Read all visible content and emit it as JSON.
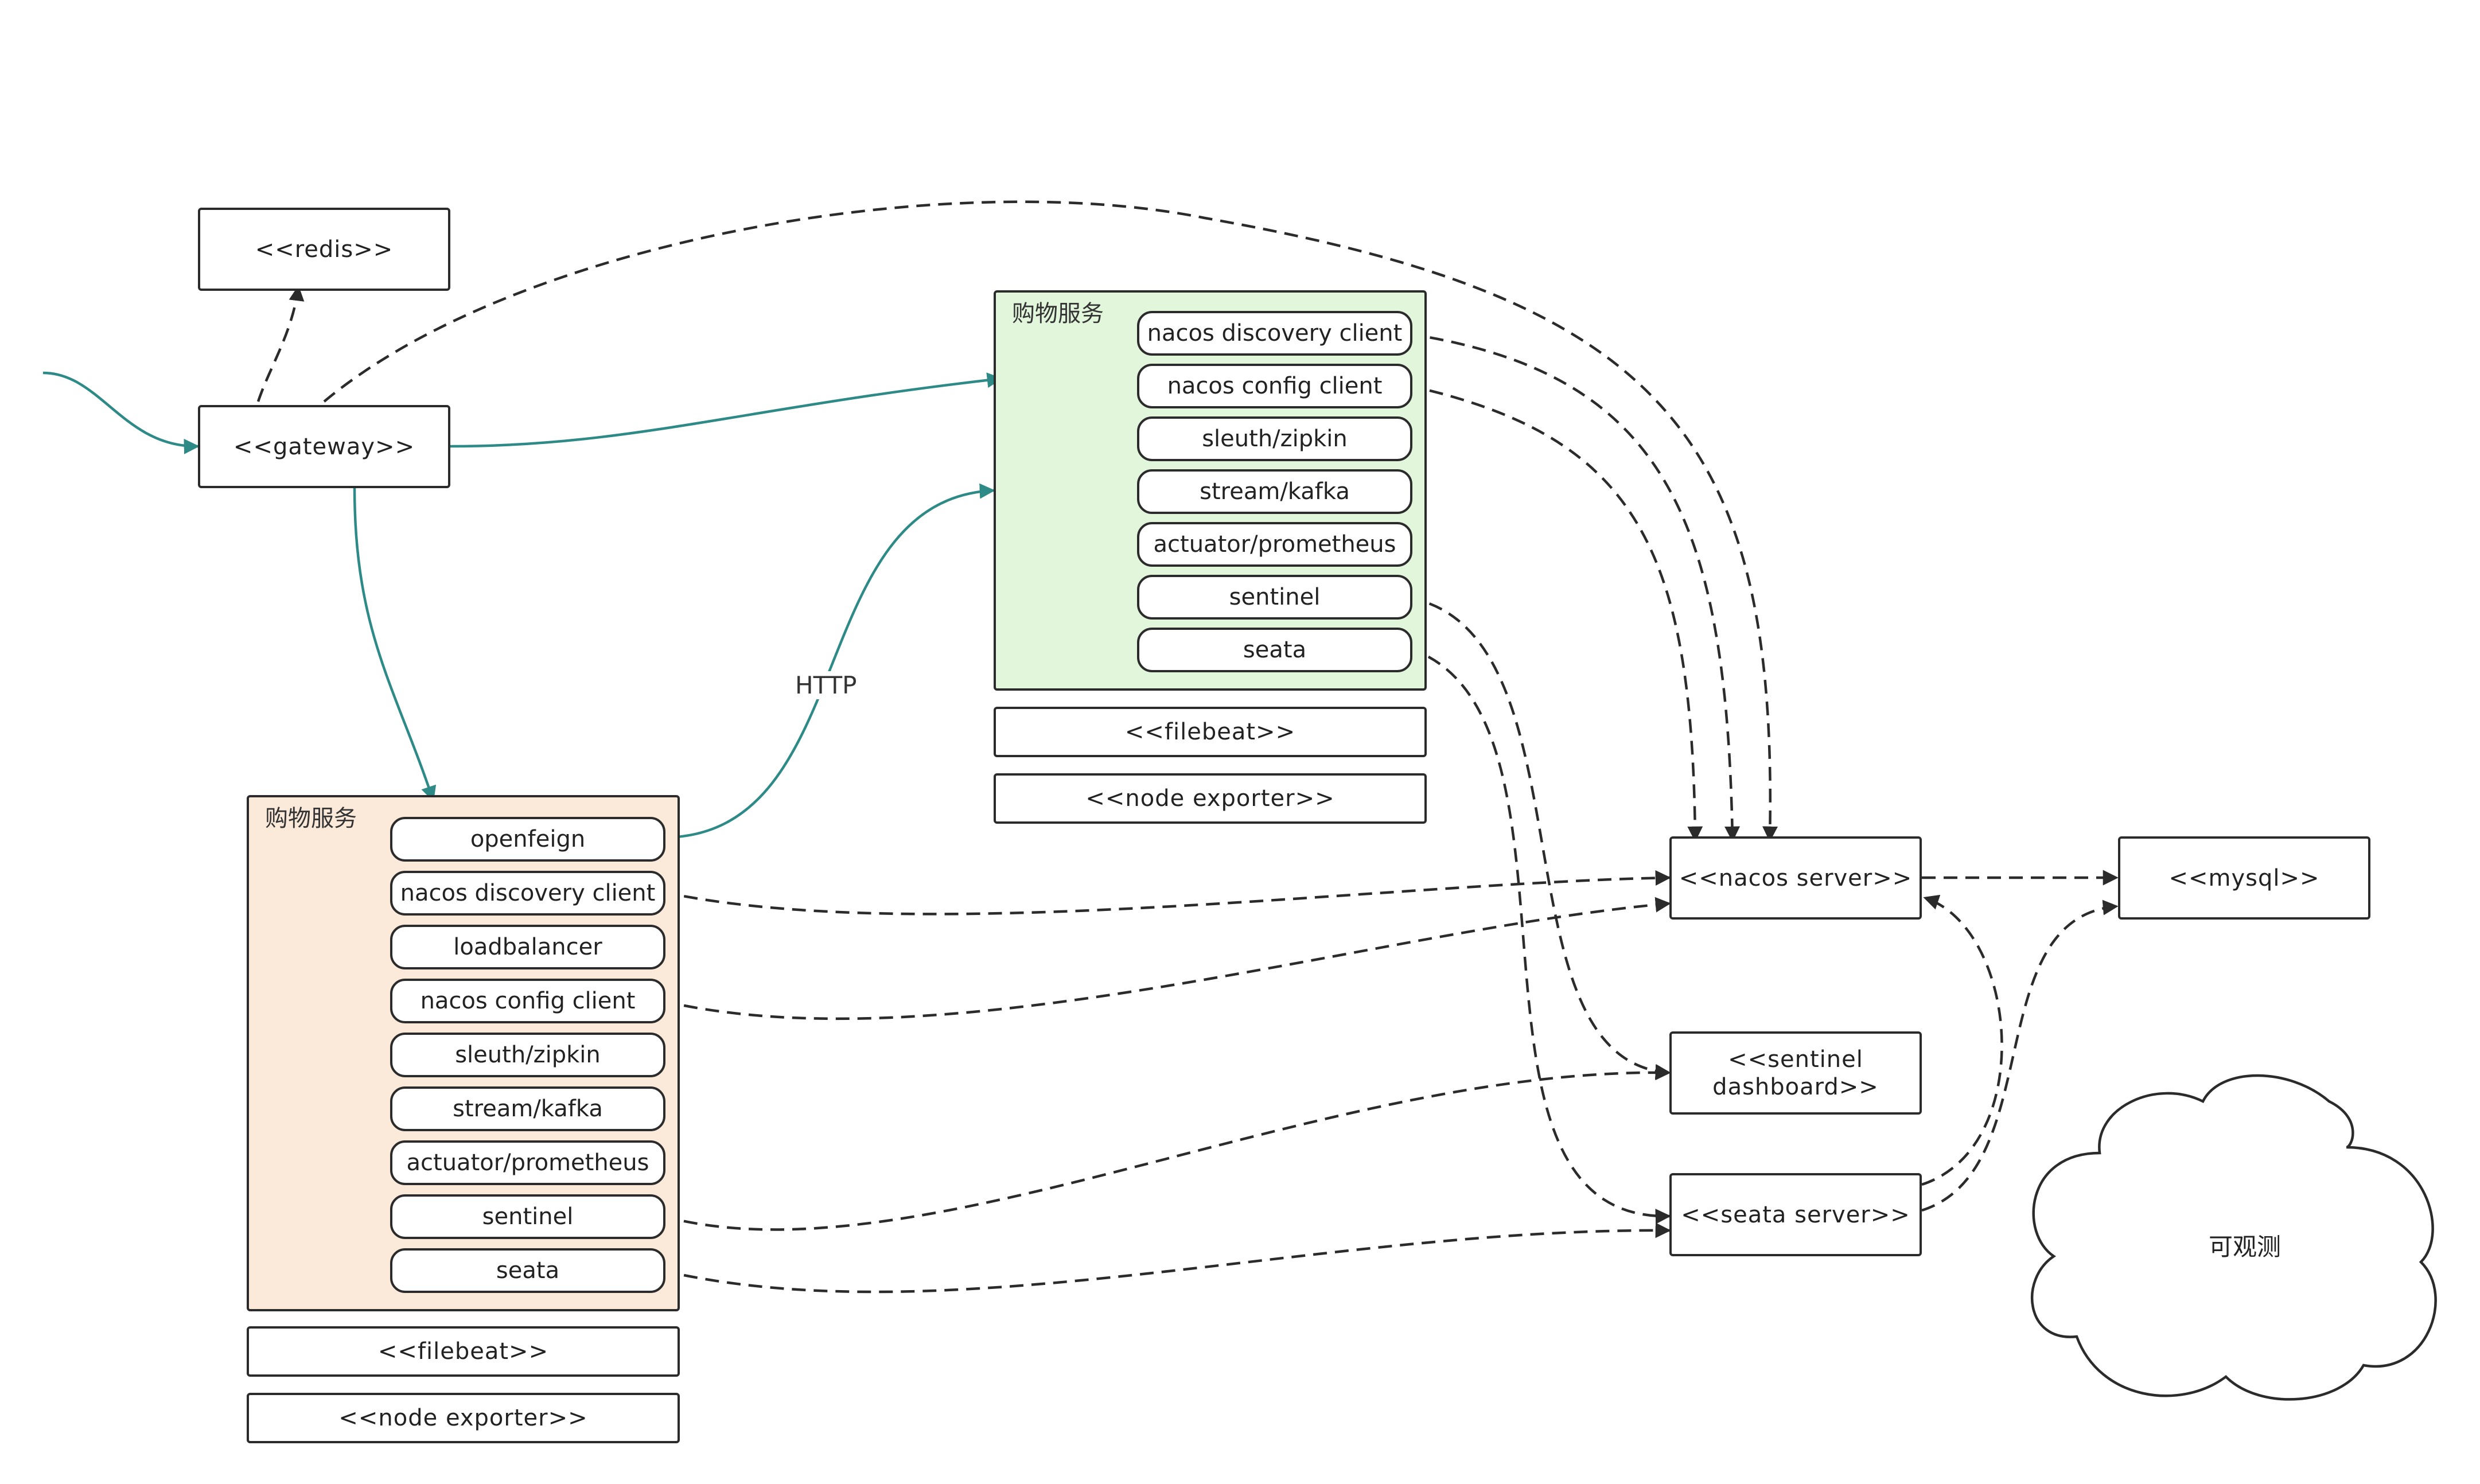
{
  "colors": {
    "stroke": "#2b2b2b",
    "teal": "#2e8a87",
    "green_fill": "#e2f6dc",
    "peach_fill": "#fbe9da"
  },
  "nodes": {
    "redis": "<<redis>>",
    "gateway": "<<gateway>>",
    "nacos_server": "<<nacos server>>",
    "mysql": "<<mysql>>",
    "sentinel_dashboard_line1": "<<sentinel",
    "sentinel_dashboard_line2": "dashboard>>",
    "seata_server": "<<seata server>>"
  },
  "service_top": {
    "title": "购物服务",
    "components": [
      "nacos discovery client",
      "nacos config client",
      "sleuth/zipkin",
      "stream/kafka",
      "actuator/prometheus",
      "sentinel",
      "seata"
    ],
    "filebeat": "<<filebeat>>",
    "node_exporter": "<<node exporter>>"
  },
  "service_bottom": {
    "title": "购物服务",
    "components": [
      "openfeign",
      "nacos discovery client",
      "loadbalancer",
      "nacos config client",
      "sleuth/zipkin",
      "stream/kafka",
      "actuator/prometheus",
      "sentinel",
      "seata"
    ],
    "filebeat": "<<filebeat>>",
    "node_exporter": "<<node exporter>>"
  },
  "edge_labels": {
    "http": "HTTP"
  },
  "cloud": {
    "label": "可观测"
  }
}
